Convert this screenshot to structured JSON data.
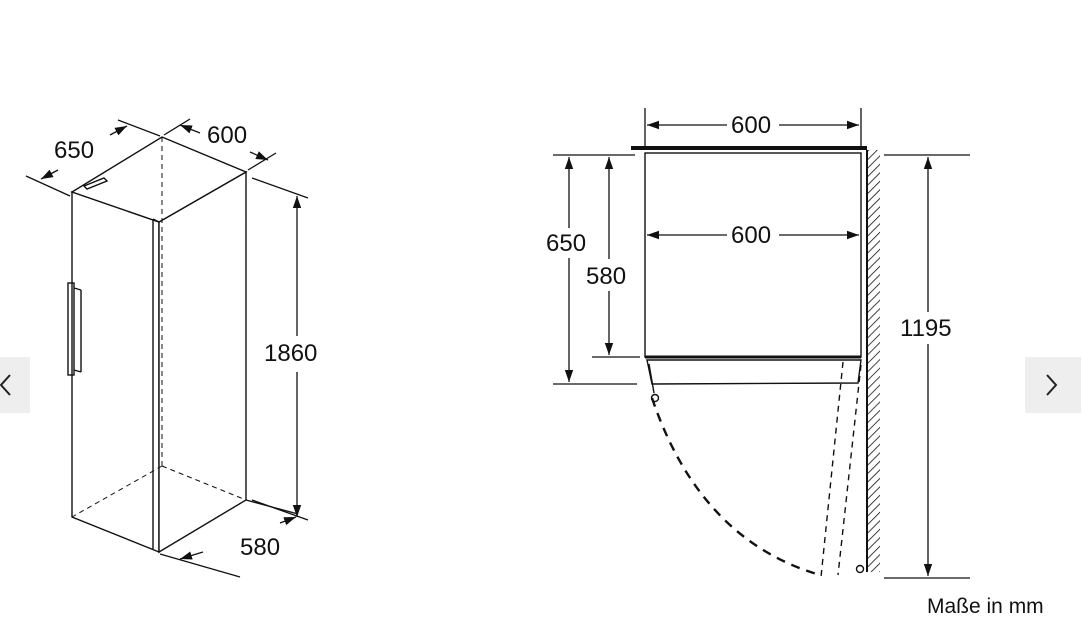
{
  "left_view": {
    "depth_label": "650",
    "width_label": "600",
    "height_label": "1860",
    "inner_depth_label": "580"
  },
  "right_view": {
    "outer_width_label": "600",
    "inner_width_label": "600",
    "depth_label": "650",
    "inner_depth_label": "580",
    "door_open_label": "1195"
  },
  "caption": "Maße in mm",
  "navigation": {
    "prev_icon": "chevron-left-icon",
    "next_icon": "chevron-right-icon"
  },
  "colors": {
    "line": "#111111",
    "nav_background": "#eeeeee"
  }
}
